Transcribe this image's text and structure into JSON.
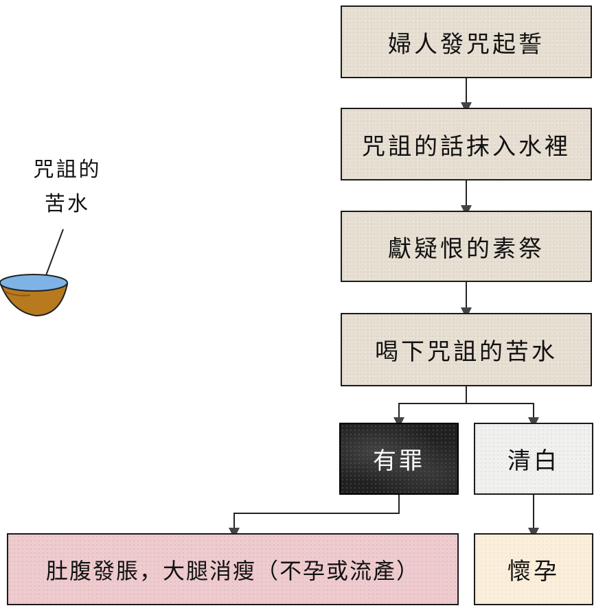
{
  "flowchart": {
    "steps": [
      "婦人發咒起誓",
      "咒詛的話抹入水裡",
      "獻疑恨的素祭",
      "喝下咒詛的苦水"
    ],
    "branch_guilty": "有罪",
    "branch_innocent": "清白",
    "outcome_guilty": "肚腹發脹，大腿消瘦（不孕或流產）",
    "outcome_innocent": "懷孕"
  },
  "illustration": {
    "label_line1": "咒詛的",
    "label_line2": "苦水"
  },
  "colors": {
    "step_fill": "#e7dfd2",
    "guilty_fill": "#202020",
    "innocent_fill": "#f0f0ef",
    "outcome_guilty_fill": "#eecbce",
    "outcome_innocent_fill": "#fbeedb",
    "bowl": "#b77a1f",
    "water": "#7fb3e6"
  }
}
